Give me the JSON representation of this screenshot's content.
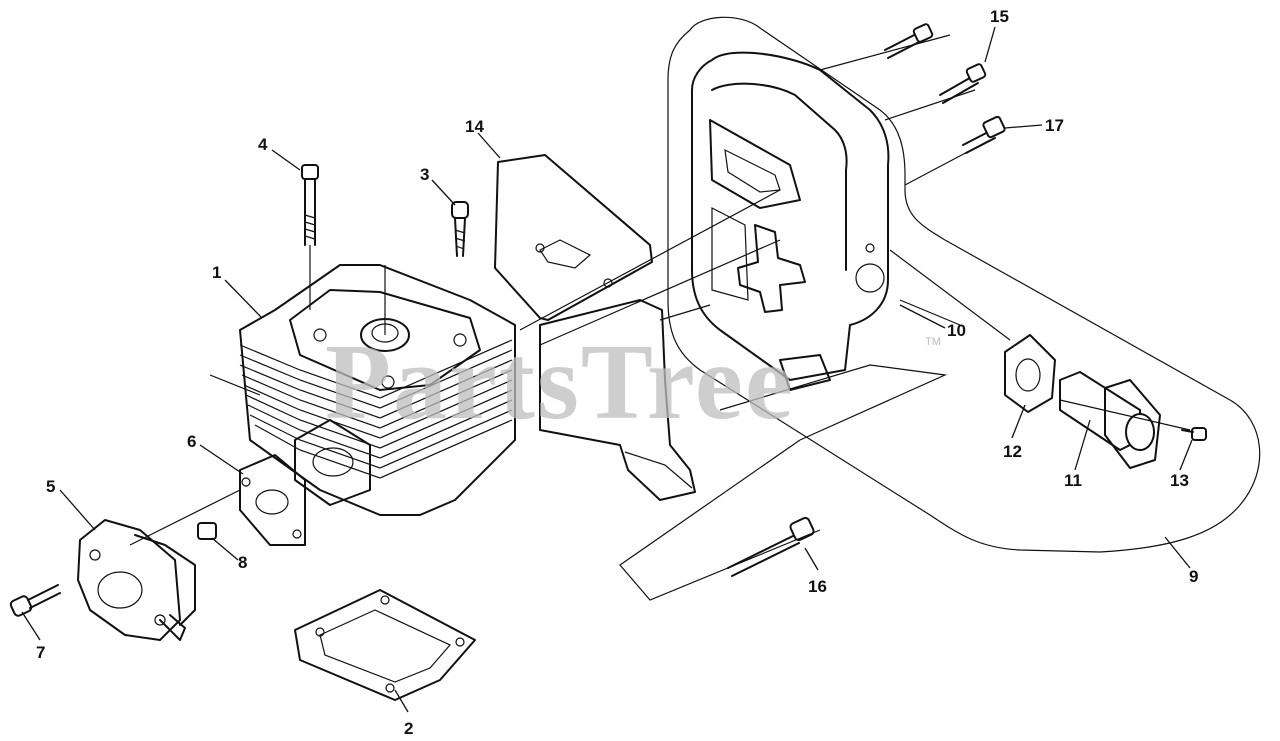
{
  "watermark": {
    "text": "PartsTree",
    "mark": "TM"
  },
  "callouts": [
    {
      "id": "1",
      "label": "1"
    },
    {
      "id": "2",
      "label": "2"
    },
    {
      "id": "3",
      "label": "3"
    },
    {
      "id": "4",
      "label": "4"
    },
    {
      "id": "5",
      "label": "5"
    },
    {
      "id": "6",
      "label": "6"
    },
    {
      "id": "7",
      "label": "7"
    },
    {
      "id": "8",
      "label": "8"
    },
    {
      "id": "9",
      "label": "9"
    },
    {
      "id": "10",
      "label": "10"
    },
    {
      "id": "11",
      "label": "11"
    },
    {
      "id": "12",
      "label": "12"
    },
    {
      "id": "13",
      "label": "13"
    },
    {
      "id": "14",
      "label": "14"
    },
    {
      "id": "15",
      "label": "15"
    },
    {
      "id": "16",
      "label": "16"
    },
    {
      "id": "17",
      "label": "17"
    }
  ]
}
